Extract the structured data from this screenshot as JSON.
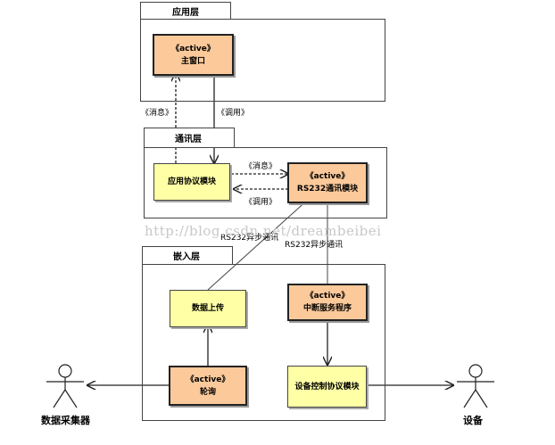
{
  "packages": {
    "app": {
      "title": "应用层"
    },
    "comm": {
      "title": "通讯层"
    },
    "embedded": {
      "title": "嵌入层"
    }
  },
  "nodes": {
    "main_window": {
      "stereotype": "《active》",
      "name": "主窗口"
    },
    "app_protocol": {
      "name": "应用协议模块"
    },
    "rs232_module": {
      "stereotype": "《active》",
      "name": "RS232通讯模块"
    },
    "data_upload": {
      "name": "数据上传"
    },
    "isr": {
      "stereotype": "《active》",
      "name": "中断服务程序"
    },
    "poll": {
      "stereotype": "《active》",
      "name": "轮询"
    },
    "device_ctrl": {
      "name": "设备控制协议模块"
    }
  },
  "connectors": {
    "msg_up": "《消息》",
    "call_down": "《调用》",
    "msg_right": "《消息》",
    "call_left": "《调用》",
    "rs232_async_a": "RS232异步通讯",
    "rs232_async_b": "RS232异步通讯"
  },
  "actors": {
    "collector": {
      "name": "数据采集器"
    },
    "device": {
      "name": "设备"
    }
  },
  "watermark": "http://blog.csdn.net/dreambeibei"
}
